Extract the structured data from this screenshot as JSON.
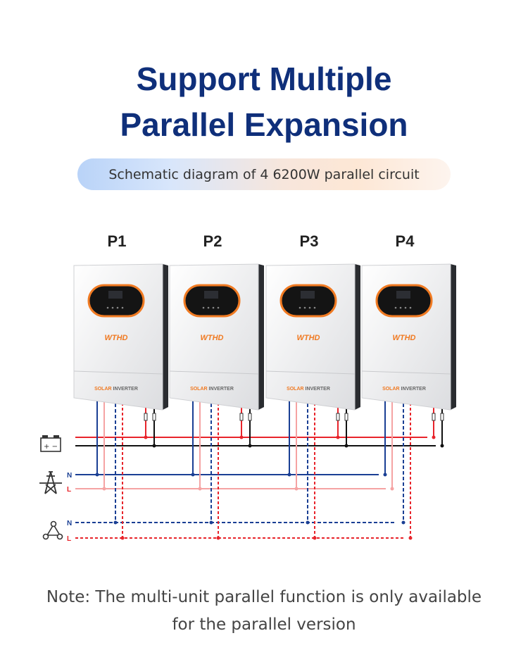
{
  "title_line1": "Support Multiple",
  "title_line2": "Parallel Expansion",
  "subtitle": "Schematic diagram of 4 6200W parallel circuit",
  "units": [
    {
      "label": "P1"
    },
    {
      "label": "P2"
    },
    {
      "label": "P3"
    },
    {
      "label": "P4"
    }
  ],
  "brand": "WTHD",
  "product_label_accent": "SOLAR",
  "product_label_rest": "INVERTER",
  "grid_labels": {
    "n": "N",
    "l": "L"
  },
  "load_labels": {
    "n": "N",
    "l": "L"
  },
  "battery_signs": "+ −",
  "colors": {
    "navy": "#0f2f7a",
    "blue": "#1a3f94",
    "red": "#e8242b",
    "pink": "#f5a3a3",
    "black": "#111111",
    "orange": "#f07a22"
  },
  "note_line1": "Note: The multi-unit parallel function is only available",
  "note_line2": "for the parallel version"
}
